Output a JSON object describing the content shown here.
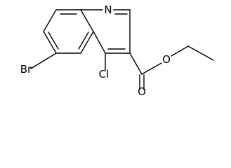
{
  "molecule": {
    "atoms": {
      "nitrogen": "N",
      "oxygen_carbonyl": "O",
      "oxygen_ester": "O",
      "chlorine": "Cl",
      "bromine": "Br"
    },
    "colors": {
      "bond": "#000000",
      "label": "#000000",
      "background": "#ffffff"
    }
  }
}
